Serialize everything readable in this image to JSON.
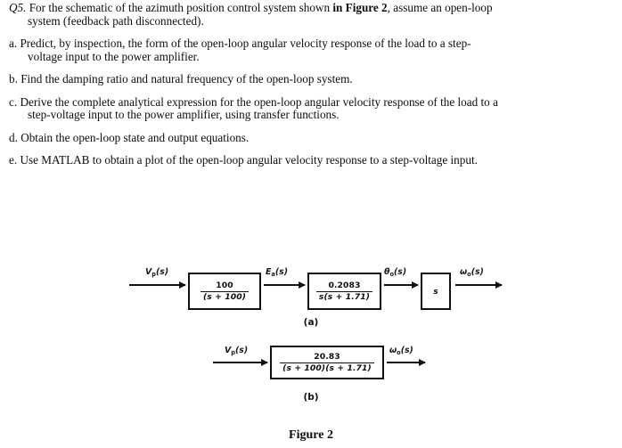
{
  "document": {
    "question_number": "Q5.",
    "header": {
      "line1_pre": "Q5.",
      "line1": " For the schematic of the azimuth position control system shown ",
      "line1_bold": "in Figure 2",
      "line1_post": ", assume an open-loop",
      "line2": "system (feedback path disconnected)."
    },
    "parts": [
      {
        "id": "a",
        "line1": "a. Predict, by inspection, the form of the open-loop angular velocity response of the load to a step-",
        "line2": "voltage input to the power amplifier."
      },
      {
        "id": "b",
        "line1": "b. Find the damping ratio and natural frequency of the open-loop system.",
        "line2": ""
      },
      {
        "id": "c",
        "line1": "c. Derive the complete analytical expression for the open-loop angular velocity response of the load to a",
        "line2": "step-voltage input to the power amplifier, using transfer functions."
      },
      {
        "id": "d",
        "line1": "d. Obtain the open-loop state and output equations.",
        "line2": ""
      },
      {
        "id": "e",
        "line1": "e. Use MATLAB to obtain a plot of the open-loop angular velocity response to a step-voltage input.",
        "line2": ""
      }
    ]
  },
  "figure": {
    "caption": "Figure 2",
    "subcaption_a": "(a)",
    "subcaption_b": "(b)",
    "diagram_a": {
      "input_label": "V",
      "input_sub": "p",
      "input_suffix": "(s)",
      "blocks": [
        {
          "name": "power-amplifier",
          "numerator": "100",
          "denominator": "(s + 100)"
        },
        {
          "name": "motor-and-load",
          "numerator": "0.2083",
          "denominator": "s(s + 1.71)"
        },
        {
          "name": "differentiator",
          "text": "s"
        }
      ],
      "intermediate_labels": [
        {
          "base": "E",
          "sub": "a",
          "suffix": "(s)"
        },
        {
          "base": "θ",
          "sub": "o",
          "suffix": "(s)"
        }
      ],
      "output_label": {
        "base": "ω",
        "sub": "o",
        "suffix": "(s)"
      }
    },
    "diagram_b": {
      "input_label": {
        "base": "V",
        "sub": "p",
        "suffix": "(s)"
      },
      "block": {
        "name": "equivalent-transfer-function",
        "numerator": "20.83",
        "denominator": "(s + 100)(s + 1.71)"
      },
      "output_label": {
        "base": "ω",
        "sub": "o",
        "suffix": "(s)"
      }
    }
  },
  "colors": {
    "background": "#ffffff",
    "text": "#0d0d0d",
    "line": "#111111"
  }
}
